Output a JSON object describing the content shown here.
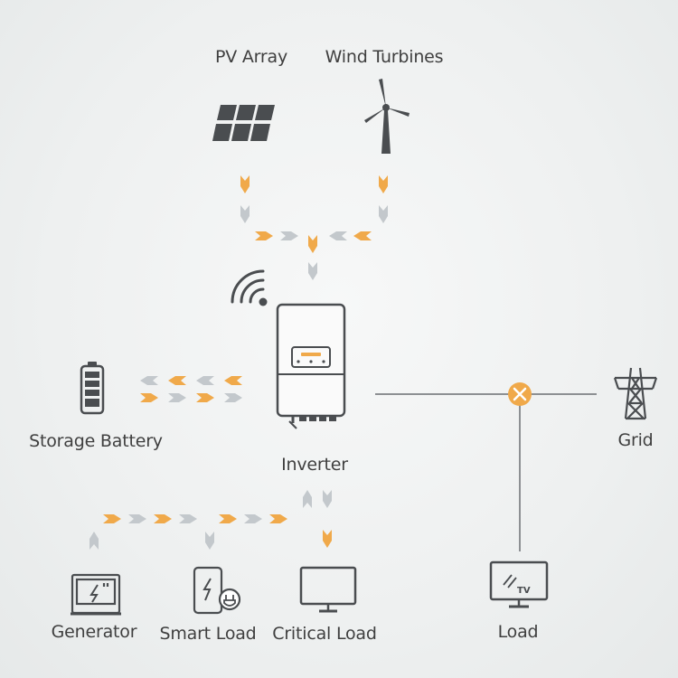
{
  "labels": {
    "pv_array": "PV Array",
    "wind_turbines": "Wind Turbines",
    "storage_battery": "Storage Battery",
    "inverter": "Inverter",
    "grid": "Grid",
    "generator": "Generator",
    "smart_load": "Smart Load",
    "critical_load": "Critical Load",
    "load": "Load"
  },
  "icon_text": {
    "tv": "TV"
  },
  "icons": [
    "solar-panel-icon",
    "wind-turbine-icon",
    "wifi-icon",
    "inverter-icon",
    "battery-icon",
    "transmission-tower-icon",
    "generator-icon",
    "smart-load-icon",
    "monitor-icon",
    "tv-icon",
    "junction-x-icon"
  ],
  "colors": {
    "accent_orange": "#f0a94a",
    "arrow_gray": "#c3c8cc",
    "line_gray": "#8d9093",
    "icon_dark": "#4a4d50",
    "text": "#3f3f3f"
  }
}
